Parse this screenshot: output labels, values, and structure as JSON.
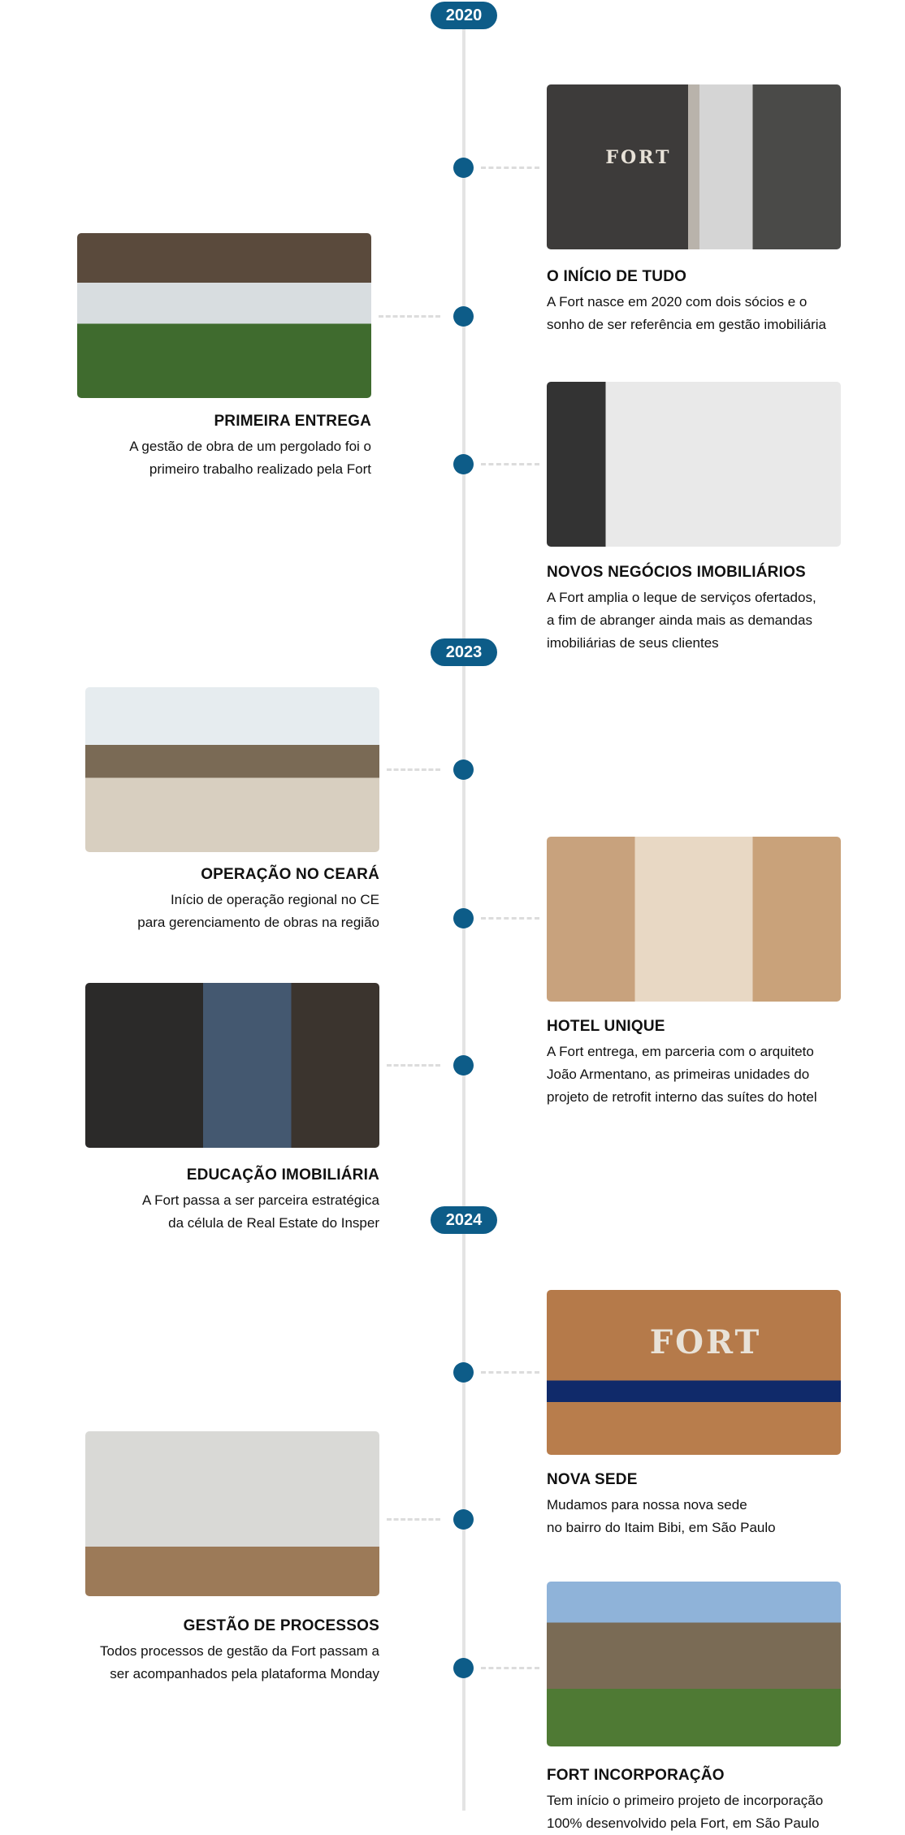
{
  "years": [
    "2020",
    "2023",
    "2024"
  ],
  "items": [
    {
      "side": "right",
      "title": "O INÍCIO DE TUDO",
      "lines": [
        "A Fort nasce em 2020 com dois sócios e o",
        "sonho de ser referência em gestão imobiliária"
      ],
      "image": "office-entrance-fort-sign",
      "image_text": "FORT"
    },
    {
      "side": "left",
      "title": "PRIMEIRA ENTREGA",
      "lines": [
        "A gestão de obra de um pergolado foi o",
        "primeiro trabalho realizado pela Fort"
      ],
      "image": "pergola-photo"
    },
    {
      "side": "right",
      "title": "NOVOS NEGÓCIOS IMOBILIÁRIOS",
      "lines": [
        "A Fort amplia o leque de serviços ofertados,",
        "a fim de abranger ainda mais as demandas",
        "imobiliárias de seus clientes"
      ],
      "image": "helmets-photo"
    },
    {
      "side": "left",
      "title": "OPERAÇÃO NO CEARÁ",
      "lines": [
        "Início de operação regional no CE",
        "para gerenciamento de obras na região"
      ],
      "image": "construction-site-photo"
    },
    {
      "side": "right",
      "title": "HOTEL UNIQUE",
      "lines": [
        "A Fort entrega, em parceria com o arquiteto",
        "João Armentano, as primeiras unidades do",
        "projeto de retrofit interno das suítes do hotel"
      ],
      "image": "hotel-suite-photo"
    },
    {
      "side": "left",
      "title": "EDUCAÇÃO IMOBILIÁRIA",
      "lines": [
        "A Fort passa a ser parceira estratégica",
        "da célula de Real Estate do Insper"
      ],
      "image": "meeting-photo"
    },
    {
      "side": "right",
      "title": "NOVA SEDE",
      "lines": [
        "Mudamos para nossa nova sede",
        "no bairro do Itaim Bibi, em São Paulo"
      ],
      "image": "new-office-ribbon-photo",
      "image_text": "FORT"
    },
    {
      "side": "left",
      "title": "GESTÃO DE PROCESSOS",
      "lines": [
        "Todos processos de gestão da Fort passam a",
        "ser acompanhados pela plataforma Monday"
      ],
      "image": "presentation-photo"
    },
    {
      "side": "right",
      "title": "FORT INCORPORAÇÃO",
      "lines": [
        "Tem início o primeiro projeto de incorporação",
        "100% desenvolvido pela Fort, em São Paulo"
      ],
      "image": "house-render-photo"
    }
  ],
  "colors": {
    "accent": "#0d5c88",
    "line": "#e4e4e4"
  }
}
